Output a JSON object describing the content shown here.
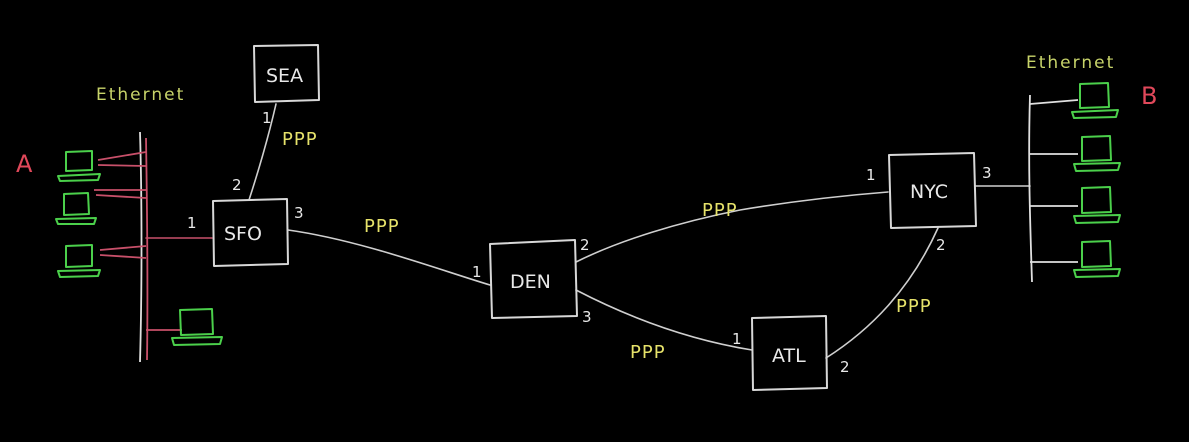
{
  "diagram": {
    "routers": {
      "sea": "SEA",
      "sfo": "SFO",
      "den": "DEN",
      "nyc": "NYC",
      "atl": "ATL"
    },
    "link_label": "PPP",
    "network_label": "Ethernet",
    "hosts": {
      "a": "A",
      "b": "B"
    },
    "ports": {
      "sea_1": "1",
      "sfo_1": "1",
      "sfo_2": "2",
      "sfo_3": "3",
      "den_1": "1",
      "den_2": "2",
      "den_3": "3",
      "nyc_1": "1",
      "nyc_2": "2",
      "nyc_3": "3",
      "atl_1": "1",
      "atl_2": "2"
    },
    "colors": {
      "background": "#000000",
      "router": "#d8d8d8",
      "ppp_label": "#e6e26a",
      "ethernet_label": "#c8d46a",
      "host_label": "#e0485a",
      "computer": "#4bd04b",
      "left_bus": "#c8506a"
    },
    "icons": [
      "computer-icon"
    ]
  }
}
